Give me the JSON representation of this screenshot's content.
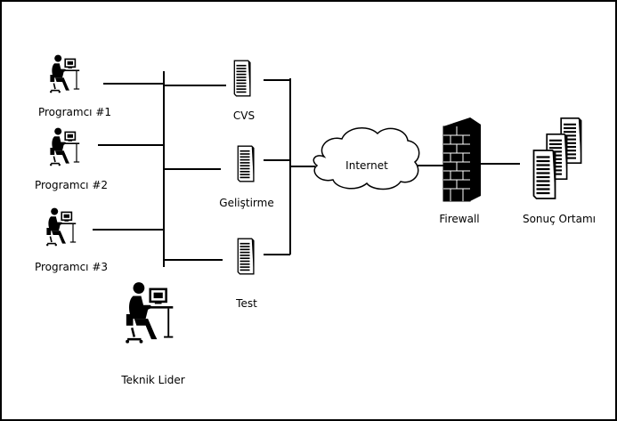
{
  "diagram": {
    "programmers": [
      {
        "label": "Programcı #1"
      },
      {
        "label": "Programcı #2"
      },
      {
        "label": "Programcı #3"
      }
    ],
    "lead": {
      "label": "Teknik Lider"
    },
    "servers": [
      {
        "label": "CVS"
      },
      {
        "label": "Geliştirme"
      },
      {
        "label": "Test"
      }
    ],
    "cloud": {
      "label": "Internet"
    },
    "firewall": {
      "label": "Firewall"
    },
    "production": {
      "label": "Sonuç Ortamı"
    }
  },
  "colors": {
    "ink": "#000000",
    "background": "#ffffff"
  },
  "icons": [
    "person-at-computer-icon",
    "server-tower-icon",
    "cloud-icon",
    "firewall-brick-wall-icon",
    "server-stack-icon"
  ]
}
